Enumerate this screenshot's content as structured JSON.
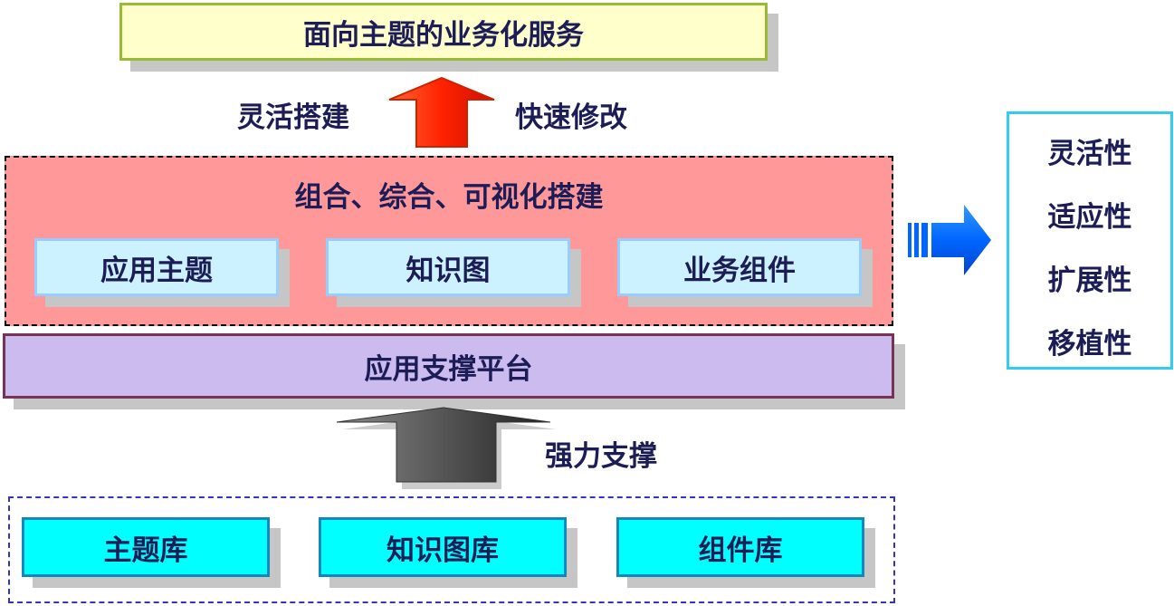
{
  "top_service": "面向主题的业务化服务",
  "arrow_up": {
    "left_label": "灵活搭建",
    "right_label": "快速修改"
  },
  "composition_layer": {
    "title": "组合、综合、可视化搭建",
    "items": [
      "应用主题",
      "知识图",
      "业务组件"
    ]
  },
  "platform": "应用支撑平台",
  "support_label": "强力支撑",
  "libraries": [
    "主题库",
    "知识图库",
    "组件库"
  ],
  "properties": [
    "灵活性",
    "适应性",
    "扩展性",
    "移植性"
  ],
  "colors": {
    "top_fill": "#ffffcc",
    "composition_fill": "#ff9999",
    "platform_fill": "#ccbbee",
    "library_fill": "#00ffff",
    "up_arrow": "#ff3300",
    "right_arrow": "#0066ff"
  }
}
